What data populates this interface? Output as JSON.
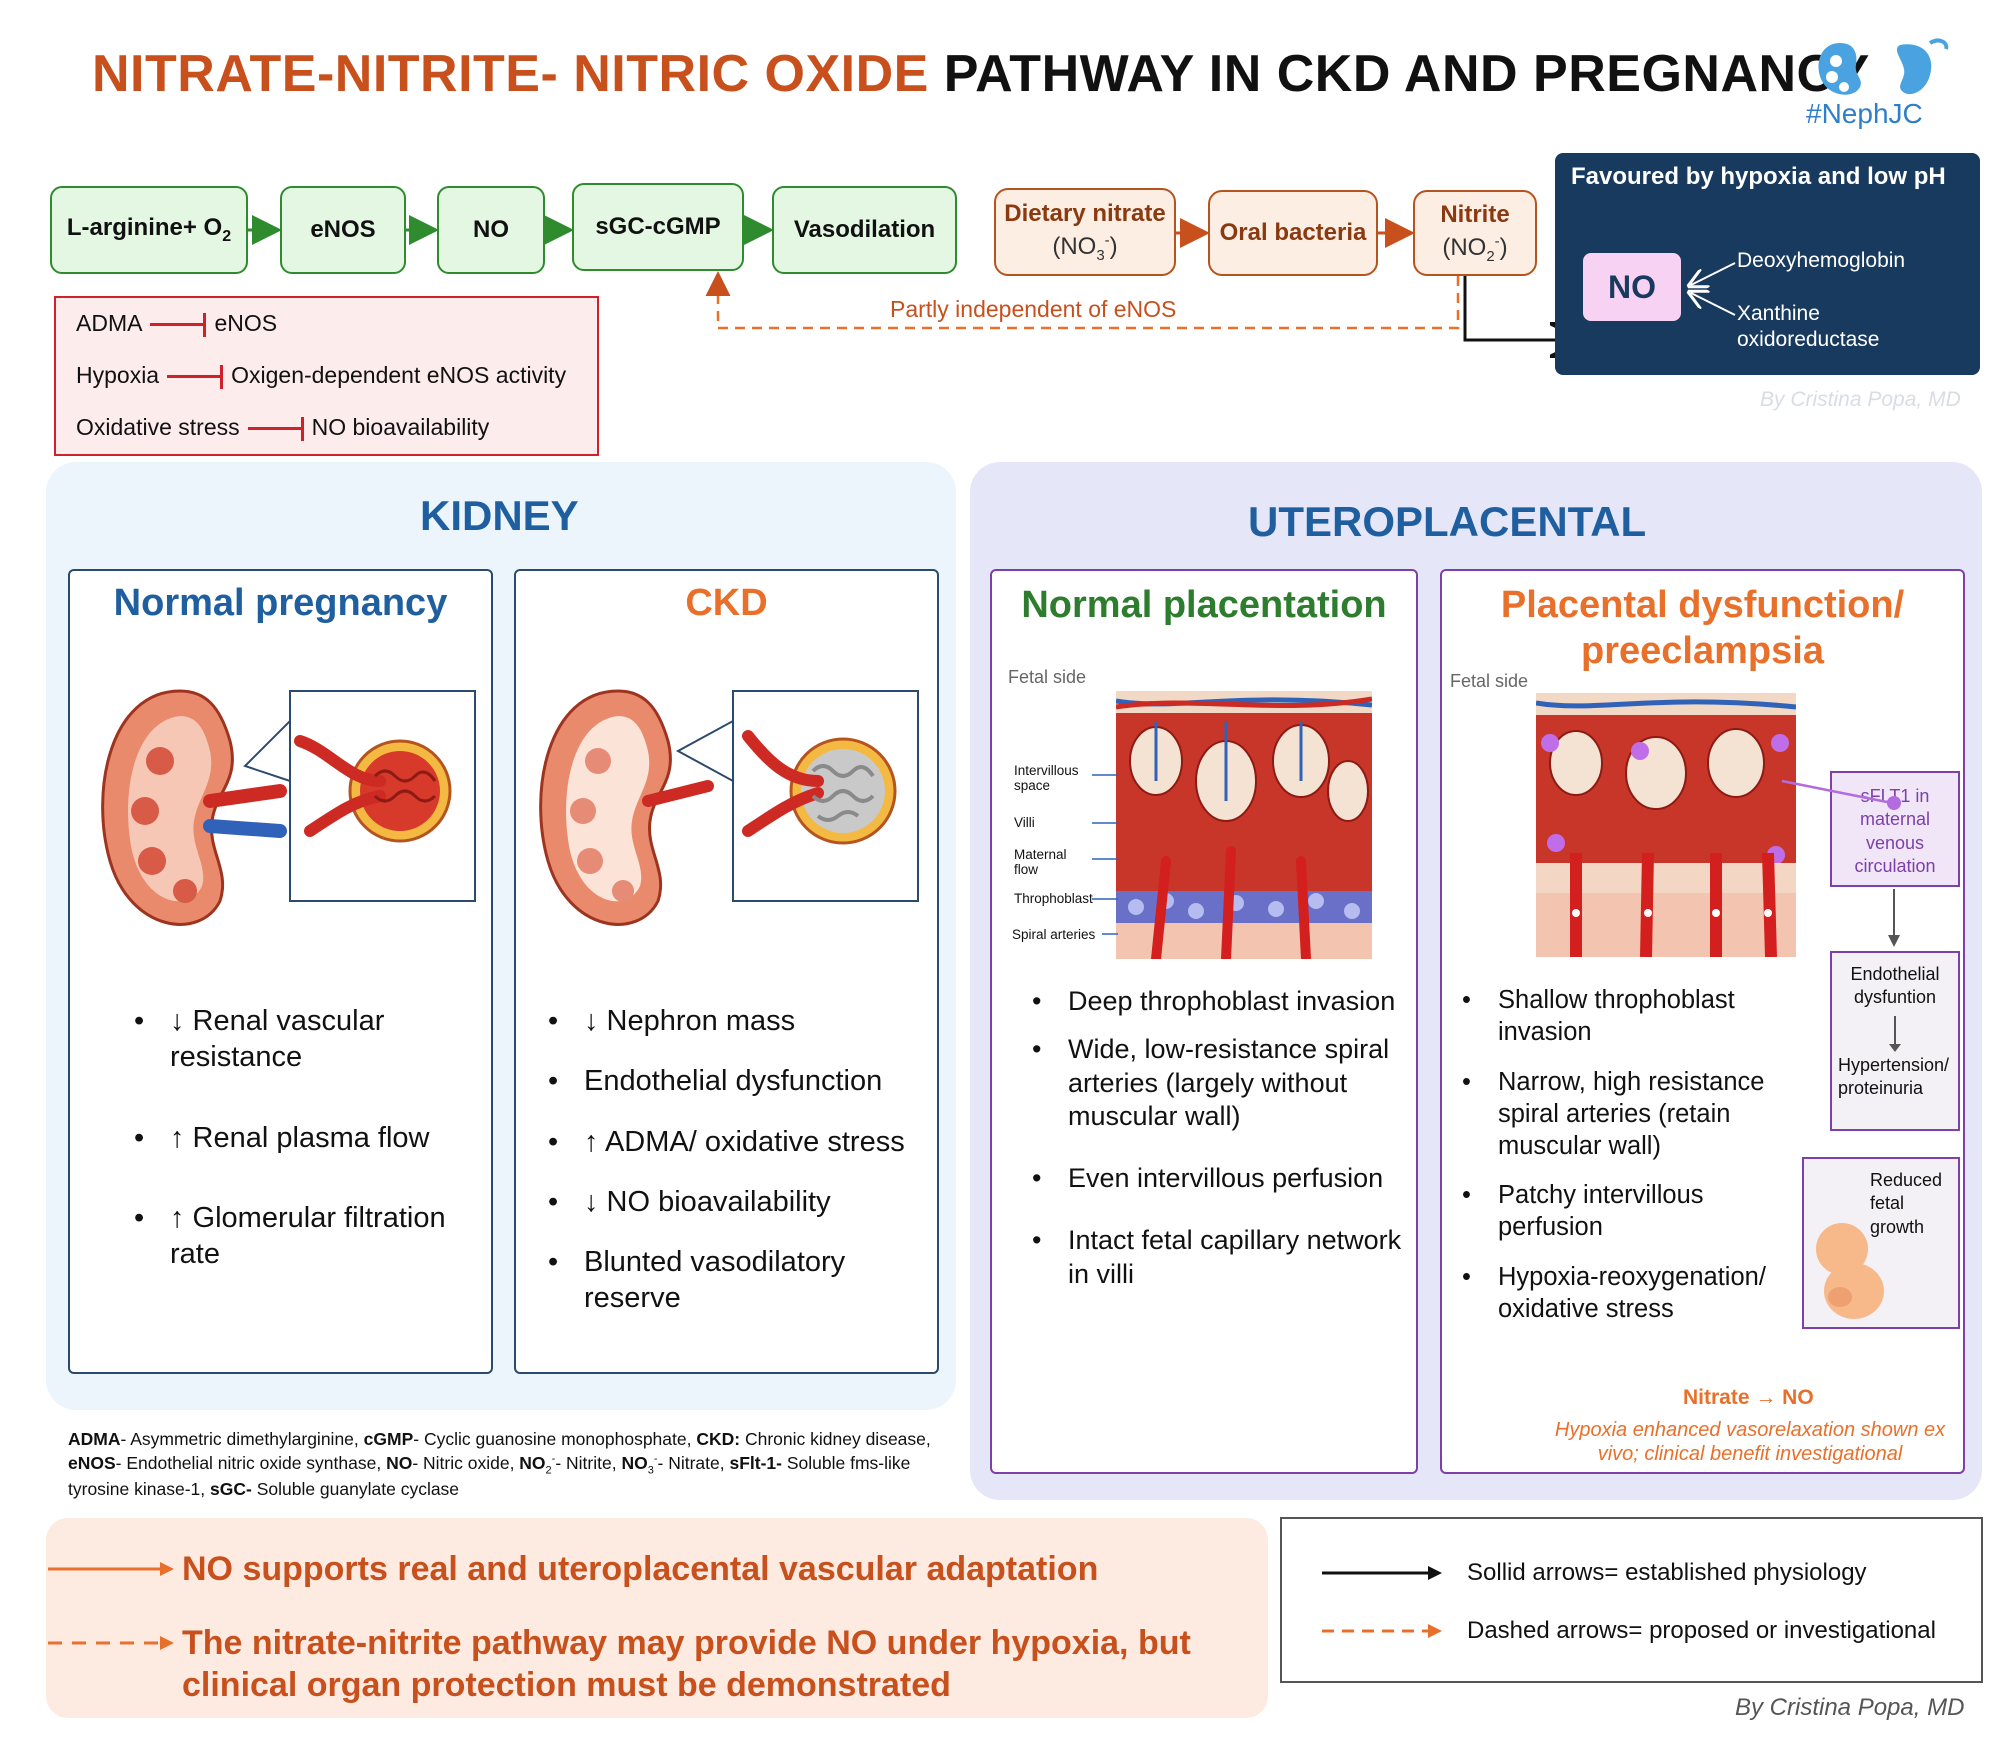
{
  "title": {
    "part1": "NITRATE-NITRITE- NITRIC OXIDE",
    "part2": "PATHWAY IN CKD AND PREGNANCY"
  },
  "logo": {
    "text": "#NephJC",
    "icon": "kidney-logo-icon"
  },
  "pathway": {
    "larginine": "L-arginine+ O",
    "larginine_sub": "2",
    "enos": "eNOS",
    "no": "NO",
    "sgc": "sGC-cGMP",
    "vasodilation": "Vasodilation",
    "dietary_nitrate": "Dietary nitrate",
    "dietary_nitrate_formula": "(NO",
    "dietary_nitrate_sub": "3",
    "dietary_nitrate_sup": "-",
    "oral_bacteria": "Oral bacteria",
    "nitrite": "Nitrite",
    "nitrite_formula": "(NO",
    "nitrite_sub": "2",
    "nitrite_sup": "-",
    "partly_independent": "Partly independent of eNOS"
  },
  "inhibitors": [
    {
      "left": "ADMA",
      "right": "eNOS"
    },
    {
      "left": "Hypoxia",
      "right": "Oxigen-dependent eNOS activity"
    },
    {
      "left": "Oxidative stress",
      "right": "NO bioavailability"
    }
  ],
  "hypoxia_panel": {
    "title": "Favoured by hypoxia and low pH",
    "no": "NO",
    "deoxy": "Deoxyhemoglobin",
    "xanthine": "Xanthine oxidoreductase"
  },
  "watermark": "By Cristina Popa, MD",
  "kidney": {
    "title": "KIDNEY",
    "normal": {
      "title": "Normal pregnancy",
      "bullets": [
        "↓ Renal vascular resistance",
        "↑ Renal plasma flow",
        "↑ Glomerular filtration rate"
      ]
    },
    "ckd": {
      "title": "CKD",
      "bullets": [
        "↓ Nephron mass",
        "Endothelial dysfunction",
        "↑ ADMA/ oxidative stress",
        "↓ NO bioavailability",
        "Blunted vasodilatory reserve"
      ]
    }
  },
  "utero": {
    "title": "UTEROPLACENTAL",
    "normal": {
      "title": "Normal placentation",
      "fetal_side": "Fetal side",
      "labels": [
        "Intervillous space",
        "Villi",
        "Maternal flow",
        "Throphoblast",
        "Spiral arteries"
      ],
      "bullets": [
        "Deep throphoblast invasion",
        "Wide, low-resistance spiral arteries (largely without muscular wall)",
        "Even intervillous perfusion",
        "Intact fetal capillary network in villi"
      ]
    },
    "pre": {
      "title_line1": "Placental dysfunction/",
      "title_line2": "preeclampsia",
      "fetal_side": "Fetal side",
      "bullets": [
        "Shallow throphoblast invasion",
        "Narrow, high resistance spiral arteries (retain muscular wall)",
        "Patchy intervillous perfusion",
        "Hypoxia-reoxygenation/ oxidative stress"
      ],
      "sflt1": "sFLT1 in maternal venous circulation",
      "endothelial": "Endothelial dysfuntion",
      "hypertension": "Hypertension/ proteinuria",
      "reduced_growth": "Reduced fetal growth",
      "nitrate_no": "Nitrate → NO",
      "hypoxia_note": "Hypoxia enhanced vasorelaxation shown ex vivo; clinical benefit investigational"
    }
  },
  "abbreviations": {
    "adma_k": "ADMA",
    "adma_v": "- Asymmetric dimethylarginine, ",
    "cgmp_k": "cGMP",
    "cgmp_v": "- Cyclic guanosine monophosphate, ",
    "ckd_k": "CKD:",
    "ckd_v": " Chronic kidney disease, ",
    "enos_k": "eNOS",
    "enos_v": "- Endothelial nitric oxide synthase, ",
    "no_k": "NO",
    "no_v": "- Nitric oxide, ",
    "no2_k": "NO",
    "no2_sub": "2",
    "no2_sup": "-",
    "no2_v": "- Nitrite, ",
    "no3_k": "NO",
    "no3_sub": "3",
    "no3_sup": "-",
    "no3_v": "- Nitrate, ",
    "sflt_k": "sFlt-1-",
    "sflt_v": " Soluble fms-like tyrosine kinase-1, ",
    "sgc_k": "sGC-",
    "sgc_v": " Soluble guanylate cyclase"
  },
  "bottom": {
    "line1": "NO supports real and uteroplacental vascular adaptation",
    "line2": "The nitrate-nitrite pathway may provide NO under hypoxia, but clinical organ protection must be demonstrated"
  },
  "legend": {
    "solid": "Sollid arrows= established physiology",
    "dashed": "Dashed arrows= proposed or investigational"
  },
  "colors": {
    "orange": "#c8501c",
    "navy": "#183a5e",
    "green": "#2e8b2e",
    "red": "#d0202a",
    "blue": "#1f5fa0",
    "purple": "#7d3fa8"
  }
}
